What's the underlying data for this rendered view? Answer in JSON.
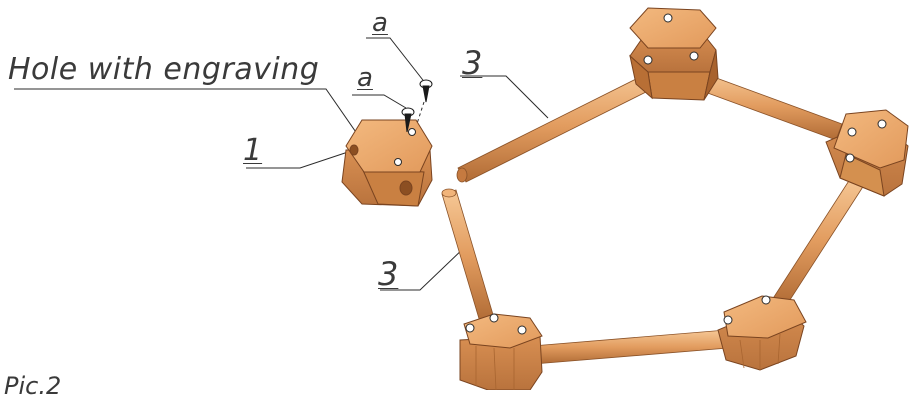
{
  "labels": {
    "hole_with_engraving": "Hole with engraving",
    "screw_a_top": "a",
    "screw_a_mid": "a",
    "part_1": "1",
    "rod_3_top": "3",
    "rod_3_left": "3",
    "figure_caption": "Pic.2"
  },
  "colors": {
    "wood": "#e8a468",
    "wood_dark": "#b8733d",
    "wood_light": "#f4c08e",
    "line": "#2b2b2b"
  }
}
